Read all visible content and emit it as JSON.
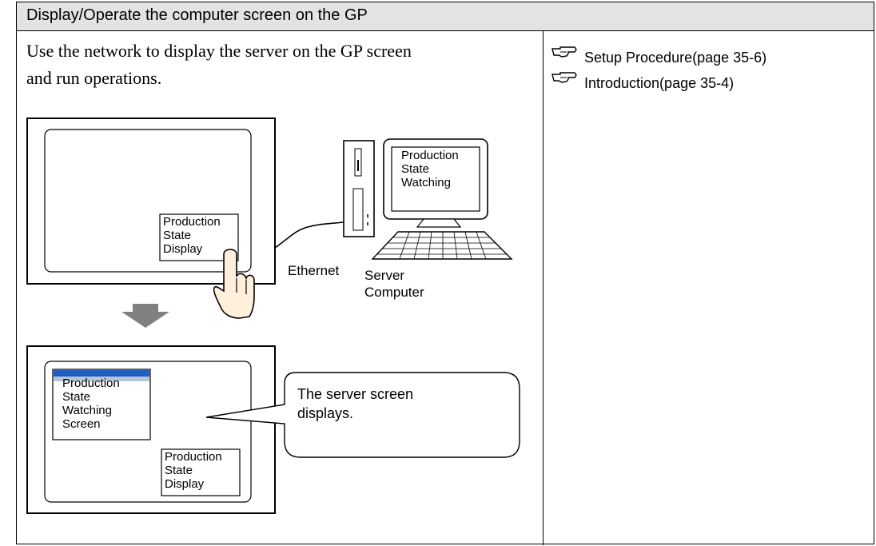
{
  "header": {
    "title": "Display/Operate the computer screen on the GP"
  },
  "description": {
    "line1": "Use the network to display the server on the GP screen",
    "line2": "and run operations."
  },
  "references": [
    {
      "label": "Setup Procedure(page 35-6)",
      "icon": "pointing-hand-icon"
    },
    {
      "label": "Introduction(page 35-4)",
      "icon": "pointing-hand-icon"
    }
  ],
  "figure": {
    "gp_top_label": [
      "Production",
      "State",
      "Display"
    ],
    "server_monitor_label": [
      "Production",
      "State",
      "Watching"
    ],
    "ethernet_label": "Ethernet",
    "server_label": [
      "Server",
      "Computer"
    ],
    "gp_bottom_window_label": [
      "Production",
      "State",
      "Watching",
      "Screen"
    ],
    "gp_bottom_box_label": [
      "Production",
      "State",
      "Display"
    ],
    "callout": [
      "The server screen",
      "displays."
    ]
  },
  "colors": {
    "header_bg": "#e3e3e3",
    "arrow": "#808080",
    "title_bar": "#1f5fbf",
    "hand_fill": "#fff0dc"
  }
}
